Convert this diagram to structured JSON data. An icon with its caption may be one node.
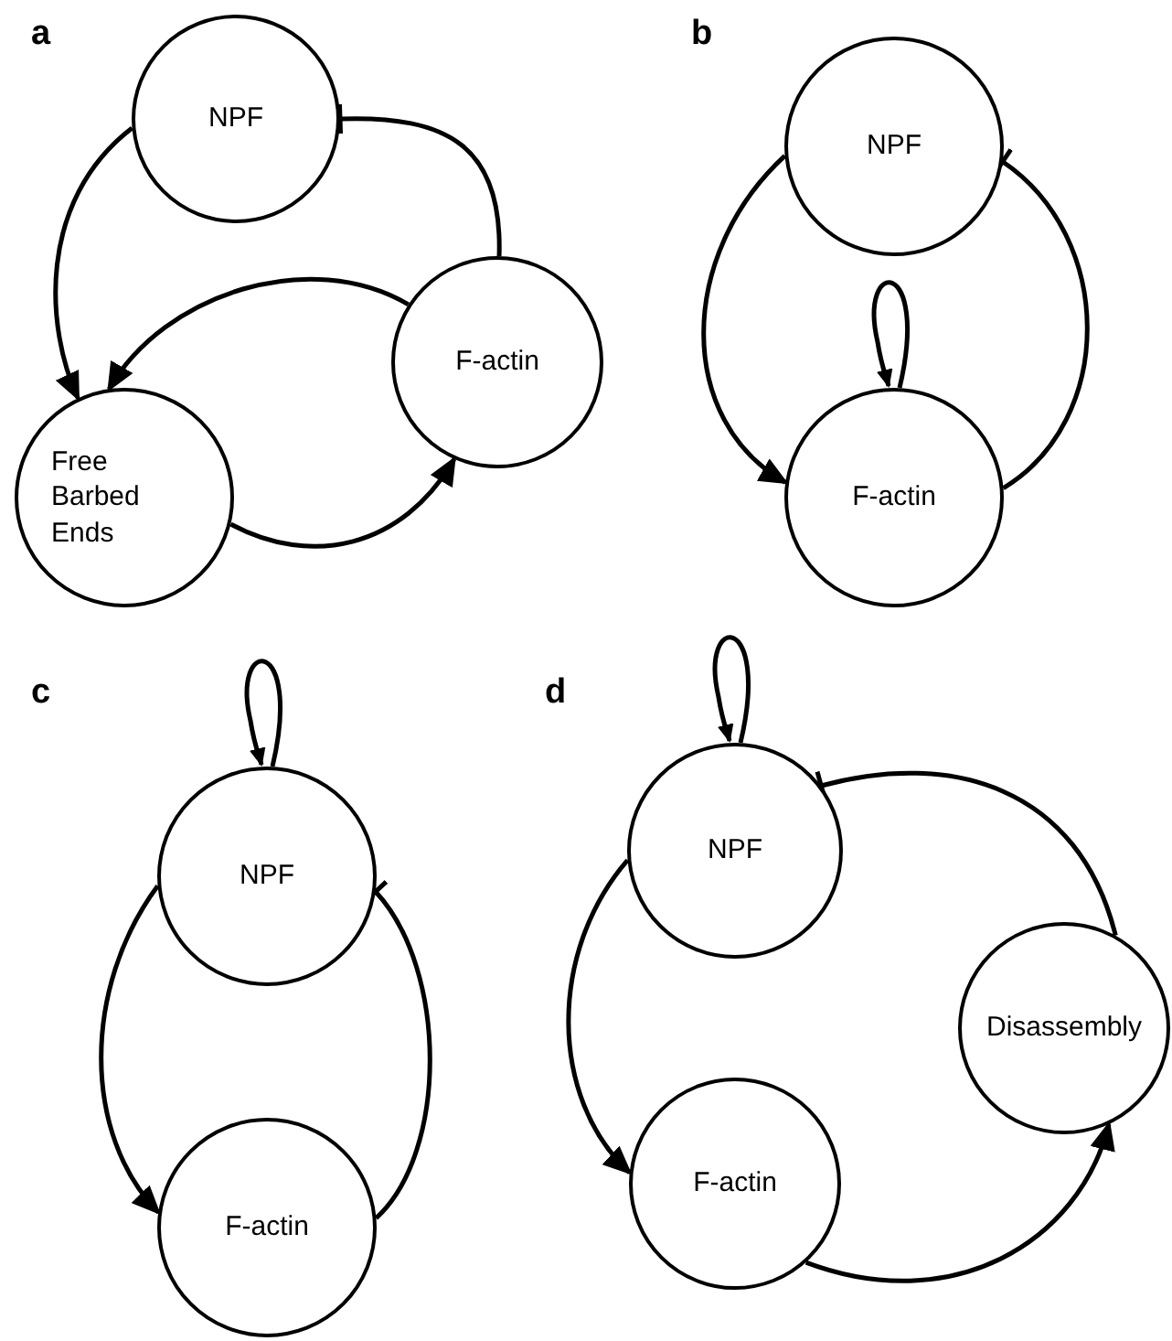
{
  "diagram": {
    "nodes": [
      {
        "text": [
          "NPF"
        ]
      },
      {
        "text": [
          "F-actin"
        ]
      },
      {
        "text": [
          "Free Barbed Ends"
        ]
      },
      {
        "text": [
          "NPF"
        ]
      },
      {
        "text": [
          "F-actin"
        ]
      },
      {
        "text": [
          "NPF"
        ]
      },
      {
        "text": [
          "F-actin"
        ]
      },
      {
        "text": [
          "NPF"
        ]
      },
      {
        "text": [
          "F-actin"
        ]
      },
      {
        "text": [
          "Disassembly"
        ]
      }
    ],
    "edges": [
      {
        "from": 0,
        "to": 2,
        "arrow": "to"
      },
      {
        "from": 1,
        "to": 2,
        "arrow": "to"
      },
      {
        "from": 2,
        "to": 1,
        "arrow": "to"
      },
      {
        "from": 1,
        "to": 0,
        "arrow": "other"
      },
      {
        "from": 3,
        "to": 4,
        "arrow": "to"
      },
      {
        "from": 4,
        "to": 3,
        "arrow": "other"
      },
      {
        "from": 4,
        "to": 4,
        "arrow": "to"
      },
      {
        "from": 5,
        "to": 5,
        "arrow": "to"
      },
      {
        "from": 5,
        "to": 6,
        "arrow": "to"
      },
      {
        "from": 6,
        "to": 5,
        "arrow": "other"
      },
      {
        "from": 7,
        "to": 7,
        "arrow": "to"
      },
      {
        "from": 7,
        "to": 8,
        "arrow": "to"
      },
      {
        "from": 8,
        "to": 9,
        "arrow": "to"
      },
      {
        "from": 9,
        "to": 7,
        "arrow": "other"
      }
    ],
    "labels": [
      "a",
      "b",
      "c",
      "d"
    ]
  }
}
